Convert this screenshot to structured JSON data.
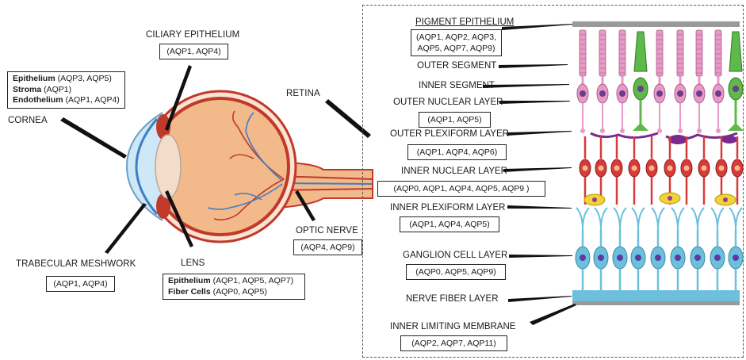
{
  "eye": {
    "ciliary": {
      "title": "CILIARY EPITHELIUM",
      "detail": "(AQP1, AQP4)"
    },
    "cornea": {
      "title": "CORNEA",
      "layers": [
        {
          "name": "Epithelium",
          "aqp": "(AQP3, AQP5)"
        },
        {
          "name": "Stroma",
          "aqp": "(AQP1)"
        },
        {
          "name": "Endothelium",
          "aqp": "(AQP1, AQP4)"
        }
      ]
    },
    "retina": {
      "title": "RETINA"
    },
    "optic_nerve": {
      "title": "OPTIC NERVE",
      "detail": "(AQP4, AQP9)"
    },
    "trabecular": {
      "title": "TRABECULAR MESHWORK",
      "detail": "(AQP1, AQP4)"
    },
    "lens": {
      "title": "LENS",
      "parts": [
        {
          "name": "Epithelium",
          "aqp": "(AQP1, AQP5, AQP7)"
        },
        {
          "name": "Fiber Cells",
          "aqp": "(AQP0, AQP5)"
        }
      ]
    }
  },
  "retina_layers": [
    {
      "title": "PIGMENT EPITHELIUM",
      "detail_lines": [
        "(AQP1, AQP2, AQP3,",
        "AQP5, AQP7, AQP9)"
      ]
    },
    {
      "title": "OUTER SEGMENT"
    },
    {
      "title": "INNER SEGMENT"
    },
    {
      "title": "OUTER NUCLEAR LAYER",
      "detail_lines": [
        "(AQP1, AQP5)"
      ]
    },
    {
      "title": "OUTER PLEXIFORM LAYER",
      "detail_lines": [
        "(AQP1, AQP4, AQP6)"
      ]
    },
    {
      "title": "INNER NUCLEAR LAYER",
      "detail_lines": [
        "(AQP0, AQP1, AQP4, AQP5, AQP9 )"
      ]
    },
    {
      "title": "INNER PLEXIFORM LAYER",
      "detail_lines": [
        "(AQP1, AQP4, AQP5)"
      ]
    },
    {
      "title": "GANGLION CELL LAYER",
      "detail_lines": [
        "(AQP0, AQP5, AQP9)"
      ]
    },
    {
      "title": "NERVE FIBER LAYER"
    },
    {
      "title": "INNER LIMITING MEMBRANE",
      "detail_lines": [
        "(AQP2, AQP7, AQP11)"
      ]
    }
  ],
  "colors": {
    "sclera": "#f2b98a",
    "choroid": "#c0392b",
    "cornea": "#a8d4ef",
    "lens": "#f4dccb",
    "rod": "#e79ac6",
    "cone": "#5fb84a",
    "bipolar": "#d83a3a",
    "ganglion": "#6cc0de",
    "horizontal": "#7a2a8c",
    "amacrine": "#f2d23a",
    "rpe": "#9a9a9a",
    "nerve_fiber": "#6cc0de"
  }
}
